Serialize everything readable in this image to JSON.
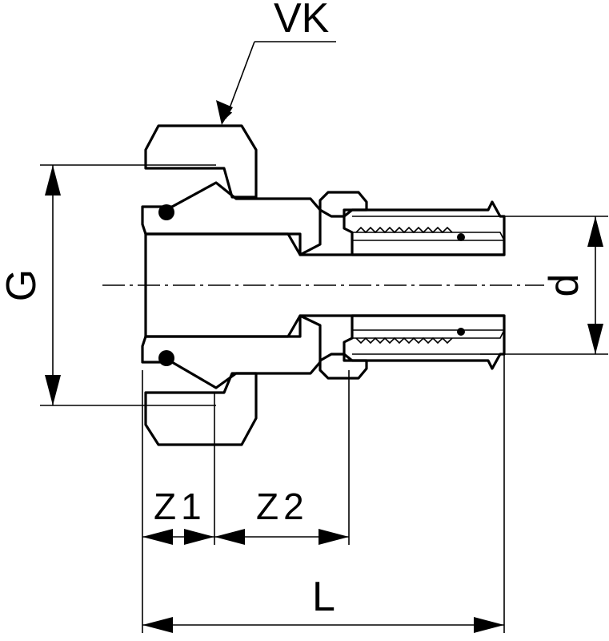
{
  "labels": {
    "vk": "VK",
    "g": "G",
    "d": "d",
    "z1": "Z1",
    "z2": "Z2",
    "l": "L"
  },
  "colors": {
    "line": "#000000",
    "background": "#ffffff"
  }
}
